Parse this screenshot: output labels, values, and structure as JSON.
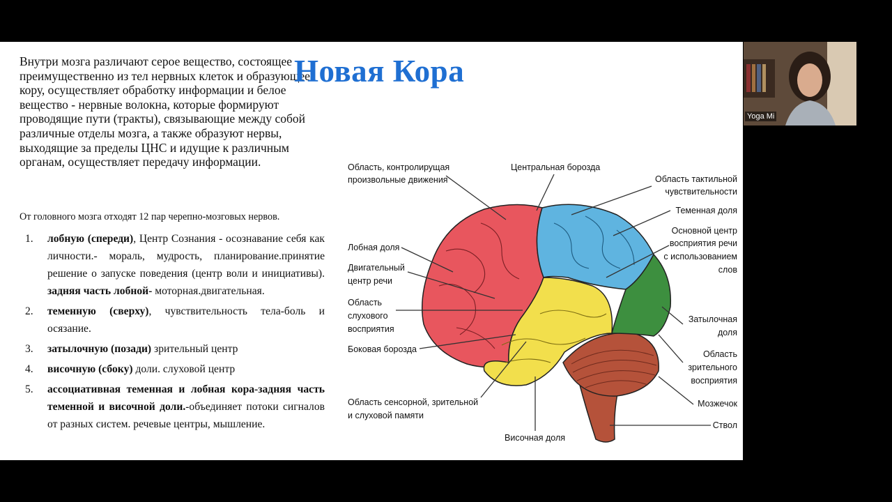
{
  "slide": {
    "title": "Новая Кора",
    "intro": "Внутри мозга различают серое вещество, состоящее преимущественно из тел нервных клеток и образующее кору, осуществляет обработку информации и белое вещество - нервные волокна, которые формируют проводящие пути (тракты), связывающие между собой различные отделы мозга, а также образуют нервы, выходящие за пределы ЦНС и идущие к различным органам, осуществляет передачу информации.",
    "nerves_note": "От головного мозга отходят 12 пар черепно-мозговых нервов.",
    "list": [
      {
        "num": "1.",
        "bold": "лобную (спереди)",
        "text": ", Центр Сознания - осознавание себя как личности.- мораль, мудрость, планирование.принятие решение о запуске поведения (центр воли и инициативы). ",
        "bold2": "задняя часть лобной-",
        "text2": " моторная.двигательная."
      },
      {
        "num": "2.",
        "bold": "теменную (сверху)",
        "text": ", чувствительность тела-боль и осязание.",
        "bold2": "",
        "text2": ""
      },
      {
        "num": "3.",
        "bold": "затылочную (позади)",
        "text": " зрительный центр",
        "bold2": "",
        "text2": ""
      },
      {
        "num": "4.",
        "bold": "височную (сбоку)",
        "text": " доли. слуховой центр",
        "bold2": "",
        "text2": ""
      },
      {
        "num": "5.",
        "bold": "ассоциативная теменная и лобная кора-задняя часть теменной и височной доли.",
        "text": "-объединяет потоки сигналов от разных систем. речевые центры, мышление.",
        "bold2": "",
        "text2": ""
      }
    ]
  },
  "diagram_labels": {
    "motor_area": [
      "Область, контролирущая",
      "произвольные движения"
    ],
    "central_sulcus": [
      "Центральная борозда"
    ],
    "tactile_area": [
      "Область тактильной",
      "чувствительности"
    ],
    "parietal_lobe": [
      "Теменная доля"
    ],
    "speech_center": [
      "Основной центр",
      "восприятия речи",
      "с использованием",
      "слов"
    ],
    "frontal_lobe": [
      "Лобная доля"
    ],
    "motor_speech": [
      "Двигательный",
      "центр речи"
    ],
    "auditory_area": [
      "Область",
      "слухового",
      "восприятия"
    ],
    "lateral_sulcus": [
      "Боковая борозда"
    ],
    "occipital_lobe": [
      "Затылочная",
      "доля"
    ],
    "visual_area": [
      "Область",
      "зрительного",
      "восприятия"
    ],
    "memory_area": [
      "Область сенсорной, зрительной",
      "и слуховой памяти"
    ],
    "cerebellum": [
      "Мозжечок"
    ],
    "temporal_lobe": [
      "Височная доля"
    ],
    "brainstem": [
      "Ствол"
    ]
  },
  "video": {
    "participant_name": "Yoga Mi"
  },
  "colors": {
    "title": "#1f6fd2",
    "frontal": "#e8565e",
    "parietal": "#5fb4e0",
    "temporal": "#f2df4c",
    "occipital": "#3d8f3f",
    "cerebellum": "#b5523a"
  }
}
